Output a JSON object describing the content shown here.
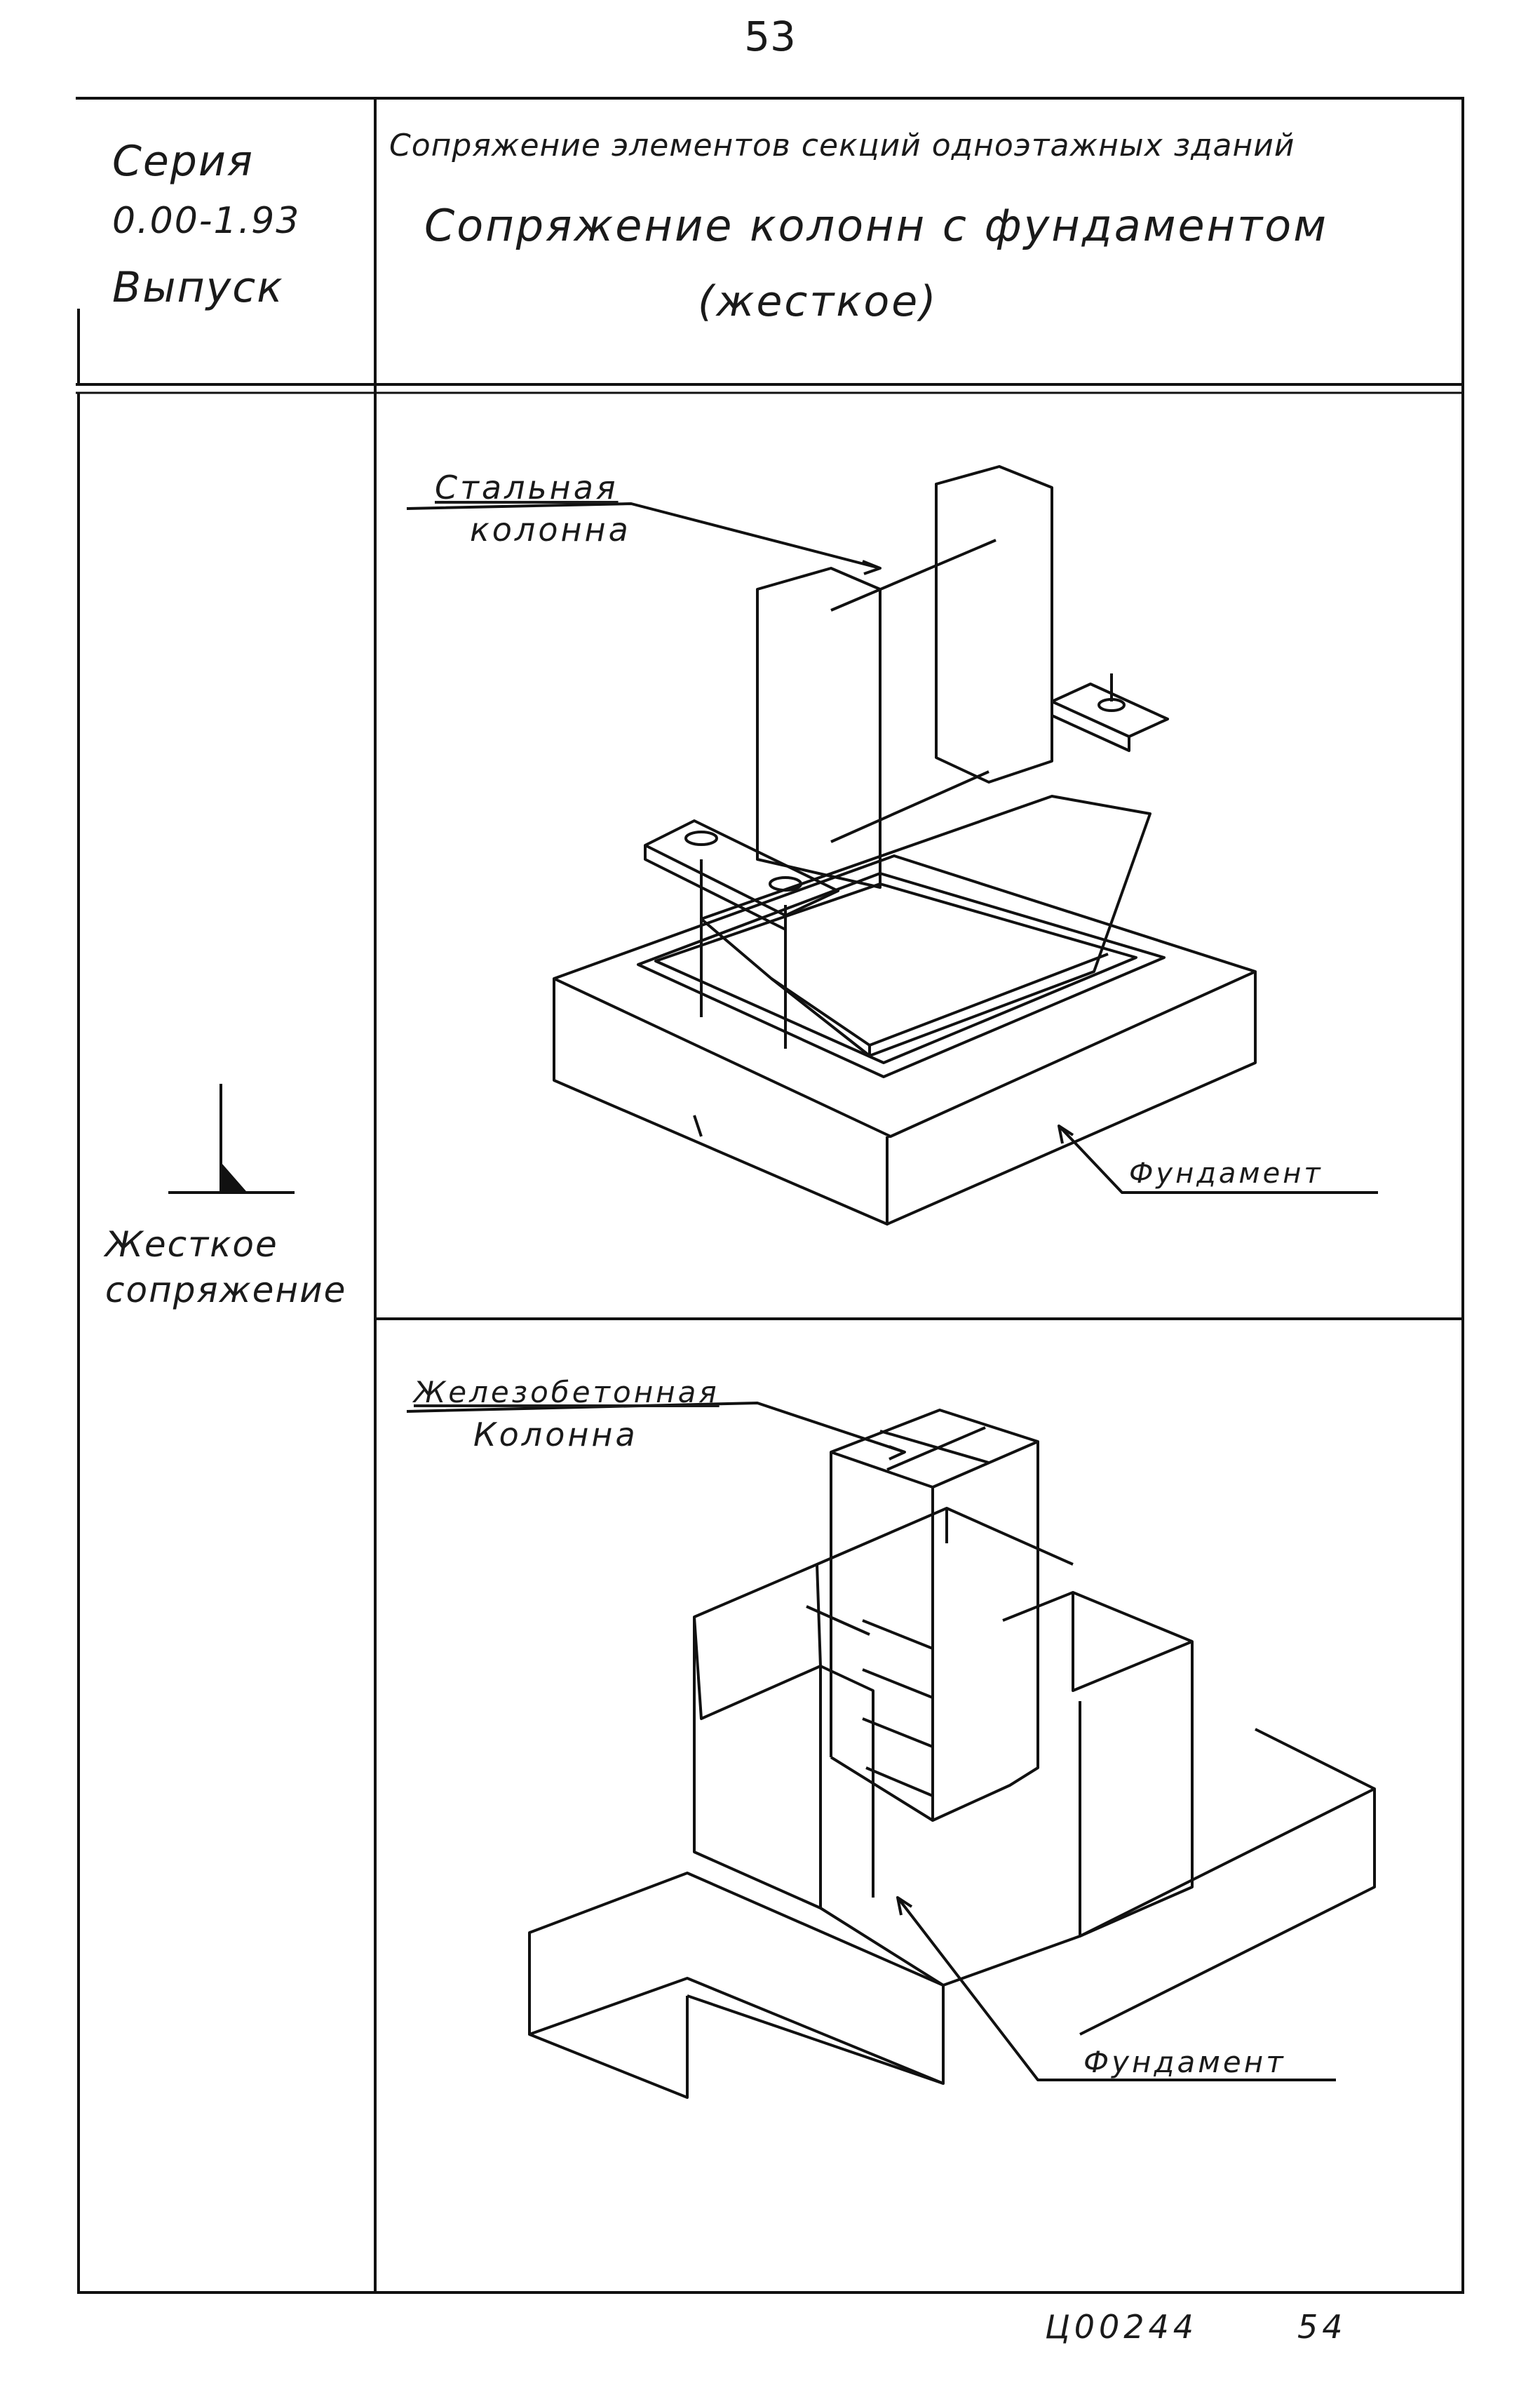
{
  "page_number": "53",
  "header": {
    "series_label": "Серия",
    "series_number": "0.00-1.93",
    "issue_label": "Выпуск",
    "title_line1": "Сопряжение элементов секций одноэтажных зданий",
    "title_line2": "Сопряжение колонн с фундаментом",
    "title_line3": "(жесткое)"
  },
  "side": {
    "rigid_label_line1": "Жесткое",
    "rigid_label_line2": "сопряжение"
  },
  "drawing1": {
    "column_label_line1": "Стальная",
    "column_label_line2": "колонна",
    "foundation_label": "Фундамент"
  },
  "drawing2": {
    "column_label_line1": "Железобетонная",
    "column_label_line2": "Колонна",
    "foundation_label": "Фундамент"
  },
  "footer": {
    "code": "Ц00244",
    "number": "54"
  }
}
